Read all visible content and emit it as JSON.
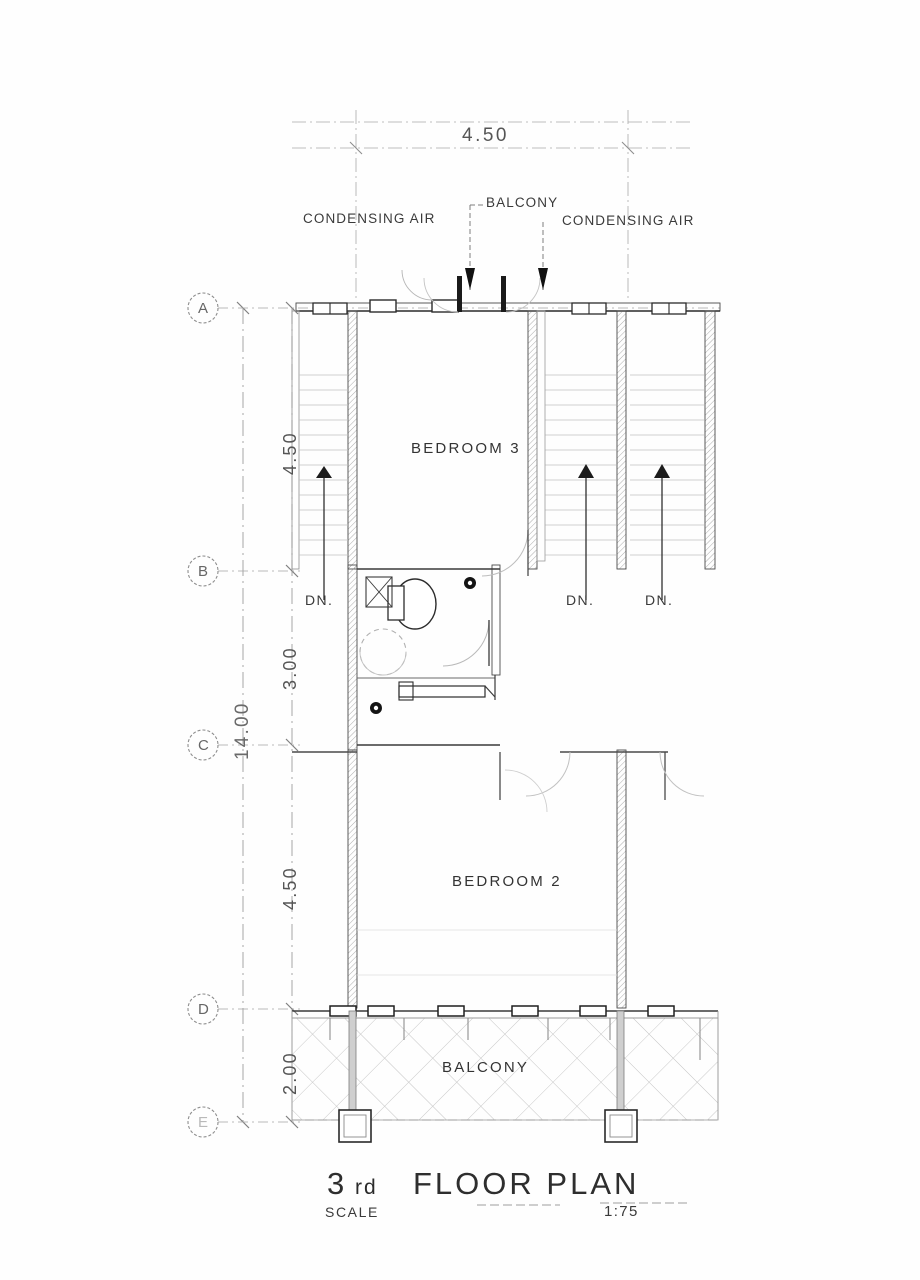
{
  "drawing": {
    "title_number": "3",
    "title_suffix": "rd",
    "title_text": "FLOOR PLAN",
    "scale_label": "SCALE",
    "scale_ratio": "1:75",
    "sheet_type": "architectural-floor-plan"
  },
  "rooms": [
    {
      "id": "bedroom3",
      "label": "BEDROOM 3"
    },
    {
      "id": "bedroom2",
      "label": "BEDROOM 2"
    },
    {
      "id": "balcony_bottom",
      "label": "BALCONY"
    }
  ],
  "annotations": [
    {
      "id": "cond_air_left",
      "label": "CONDENSING AIR"
    },
    {
      "id": "balcony_top",
      "label": "BALCONY"
    },
    {
      "id": "cond_air_right",
      "label": "CONDENSING AIR"
    }
  ],
  "stair_labels": [
    {
      "id": "dn_left",
      "label": "DN."
    },
    {
      "id": "dn_mid",
      "label": "DN."
    },
    {
      "id": "dn_right",
      "label": "DN."
    }
  ],
  "dimensions": {
    "horizontal": [
      {
        "id": "top_width",
        "value": "4.50"
      }
    ],
    "vertical_chain": [
      {
        "id": "a_to_b",
        "value": "4.50"
      },
      {
        "id": "b_to_c",
        "value": "3.00"
      },
      {
        "id": "c_to_d",
        "value": "4.50"
      },
      {
        "id": "d_to_e",
        "value": "2.00"
      }
    ],
    "overall": [
      {
        "id": "overall_height",
        "value": "14.00"
      }
    ]
  },
  "grid_bubbles": [
    {
      "id": "grid-a",
      "label": "A"
    },
    {
      "id": "grid-b",
      "label": "B"
    },
    {
      "id": "grid-c",
      "label": "C"
    },
    {
      "id": "grid-d",
      "label": "D"
    },
    {
      "id": "grid-e",
      "label": "E"
    }
  ],
  "colors": {
    "paper": "#fefefe",
    "ink": "#2b2b2b",
    "wall": "#1e1e1e",
    "light_line": "#9a9a9a",
    "faint_line": "#c4c4c4",
    "dim_line": "#8d8d8d"
  }
}
